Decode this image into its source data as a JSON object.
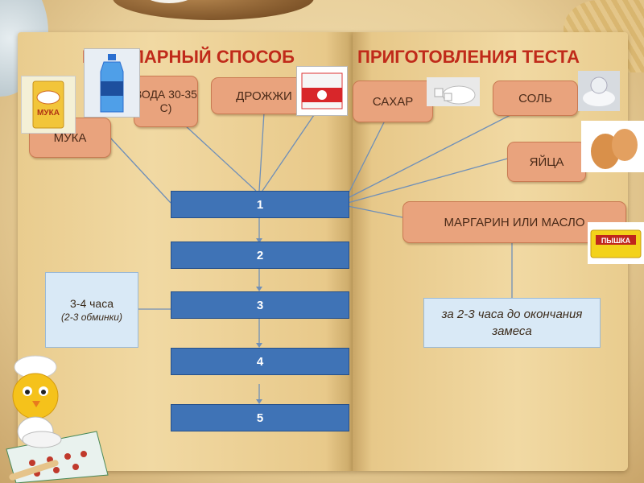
{
  "title": {
    "part1": "БЕЗОПАРНЫЙ СПОСОБ",
    "part2": "ПРИГОТОВЛЕНИЯ ТЕСТА"
  },
  "ingredients": {
    "flour": "МУКА",
    "water": "ВОДА 30-35 С)",
    "yeast": "ДРОЖЖИ",
    "sugar": "САХАР",
    "salt": "СОЛЬ",
    "eggs": "ЯЙЦА",
    "fat": "МАРГАРИН ИЛИ МАСЛО"
  },
  "steps": [
    "1",
    "2",
    "3",
    "4",
    "5"
  ],
  "notes": {
    "rise_time": "3-4 часа",
    "punch_downs": "(2-3 обминки)",
    "fat_timing": "за 2-3 часа до окончания замеса"
  },
  "images": {
    "flour_pack_label": "МУКА",
    "butter_pack_label": "ПЫШКА"
  },
  "colors": {
    "title": "#c02a1a",
    "tag_fill": "#e9a37d",
    "step_fill": "#3f73b6",
    "note_fill": "#d9e9f6",
    "connector": "#6f8fb8"
  }
}
